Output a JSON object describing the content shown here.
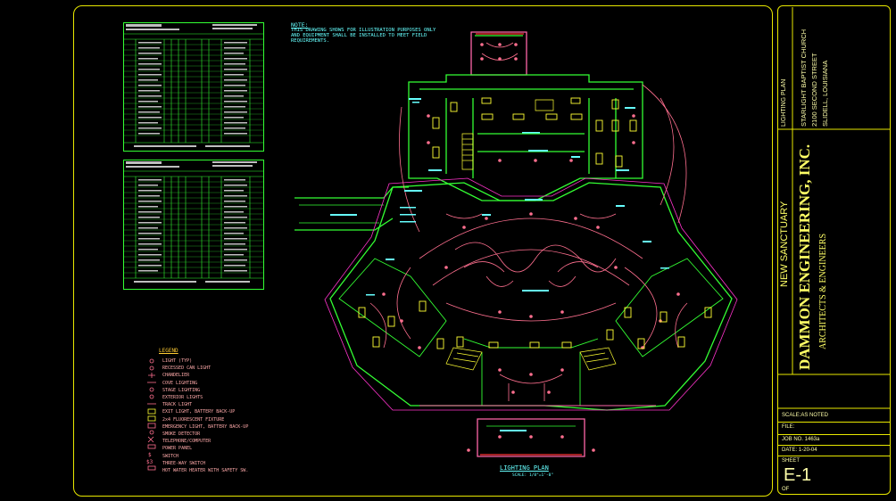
{
  "note": {
    "title": "NOTE:",
    "text": "THIS DRAWING SHOWS FOR ILLUSTRATION PURPOSES ONLY AND EQUIPMENT SHALL BE INSTALLED TO MEET FIELD REQUIREMENTS."
  },
  "legend": {
    "title": "LEGEND",
    "items": [
      "LIGHT (TYP)",
      "RECESSED CAN LIGHT",
      "CHANDELIER",
      "COVE LIGHTING",
      "STAGE LIGHTING",
      "EXTERIOR LIGHTS",
      "TRACK LIGHT",
      "EXIT LIGHT, BATTERY BACK-UP",
      "2x4 FLUORESCENT FIXTURE",
      "EMERGENCY LIGHT, BATTERY BACK-UP",
      "SMOKE DETECTOR",
      "TELEPHONE/COMPUTER",
      "POWER PANEL",
      "SWITCH",
      "THREE-WAY SWITCH",
      "HOT WATER HEATER WITH SAFETY SW."
    ]
  },
  "plan": {
    "title": "LIGHTING PLAN",
    "scale": "SCALE: 1/8\"=1'-0\""
  },
  "titleblock": {
    "sheet_name": "LIGHTING PLAN",
    "client_line1": "STARLIGHT BAPTIST CHURCH",
    "client_line2": "2100 SECOND STREET",
    "client_line3": "SLIDELL, LOUISIANA",
    "project": "NEW SANCTUARY",
    "firm": "DAMMON ENGINEERING, INC.",
    "firm_sub": "ARCHITECTS & ENGINEERS",
    "scale": "SCALE:AS NOTED",
    "file": "FILE:",
    "job": "JOB NO. 1463a",
    "date": "DATE: 1-20-04",
    "sheet_label": "SHEET",
    "sheet_number": "E-1",
    "of": "OF"
  },
  "colors": {
    "border": "#e8e800",
    "walls": "#33ff33",
    "circuits": "#ff6f8f",
    "fixtures": "#ffff33",
    "annotations": "#66ffff"
  }
}
